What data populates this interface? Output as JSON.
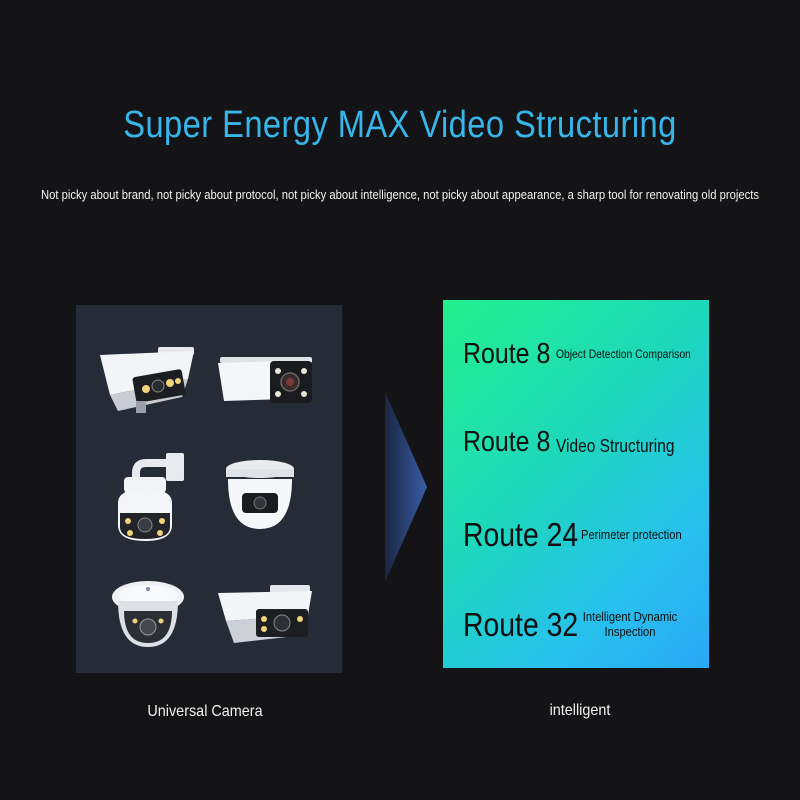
{
  "header": {
    "title": "Super Energy MAX Video Structuring",
    "subtitle": "Not picky about brand, not picky about protocol, not picky about intelligence, not picky about appearance, a sharp tool for renovating old projects"
  },
  "left_panel": {
    "caption": "Universal Camera",
    "cameras": [
      "bullet-camera-icon",
      "bullet-camera-icon",
      "ptz-dome-camera-icon",
      "turret-camera-icon",
      "dome-camera-icon",
      "bullet-camera-icon"
    ]
  },
  "right_panel": {
    "caption": "intelligent",
    "routes": [
      {
        "number": "Route 8",
        "description": "Object Detection Comparison"
      },
      {
        "number": "Route 8",
        "description": "Video Structuring"
      },
      {
        "number": "Route 24",
        "description": "Perimeter protection"
      },
      {
        "number": "Route 32",
        "description": "Intelligent Dynamic Inspection"
      }
    ]
  },
  "colors": {
    "background": "#141416",
    "title": "#38b6ea",
    "panel": "#262b38",
    "gradient_start": "#22f08c",
    "gradient_end": "#2aa8f5"
  }
}
